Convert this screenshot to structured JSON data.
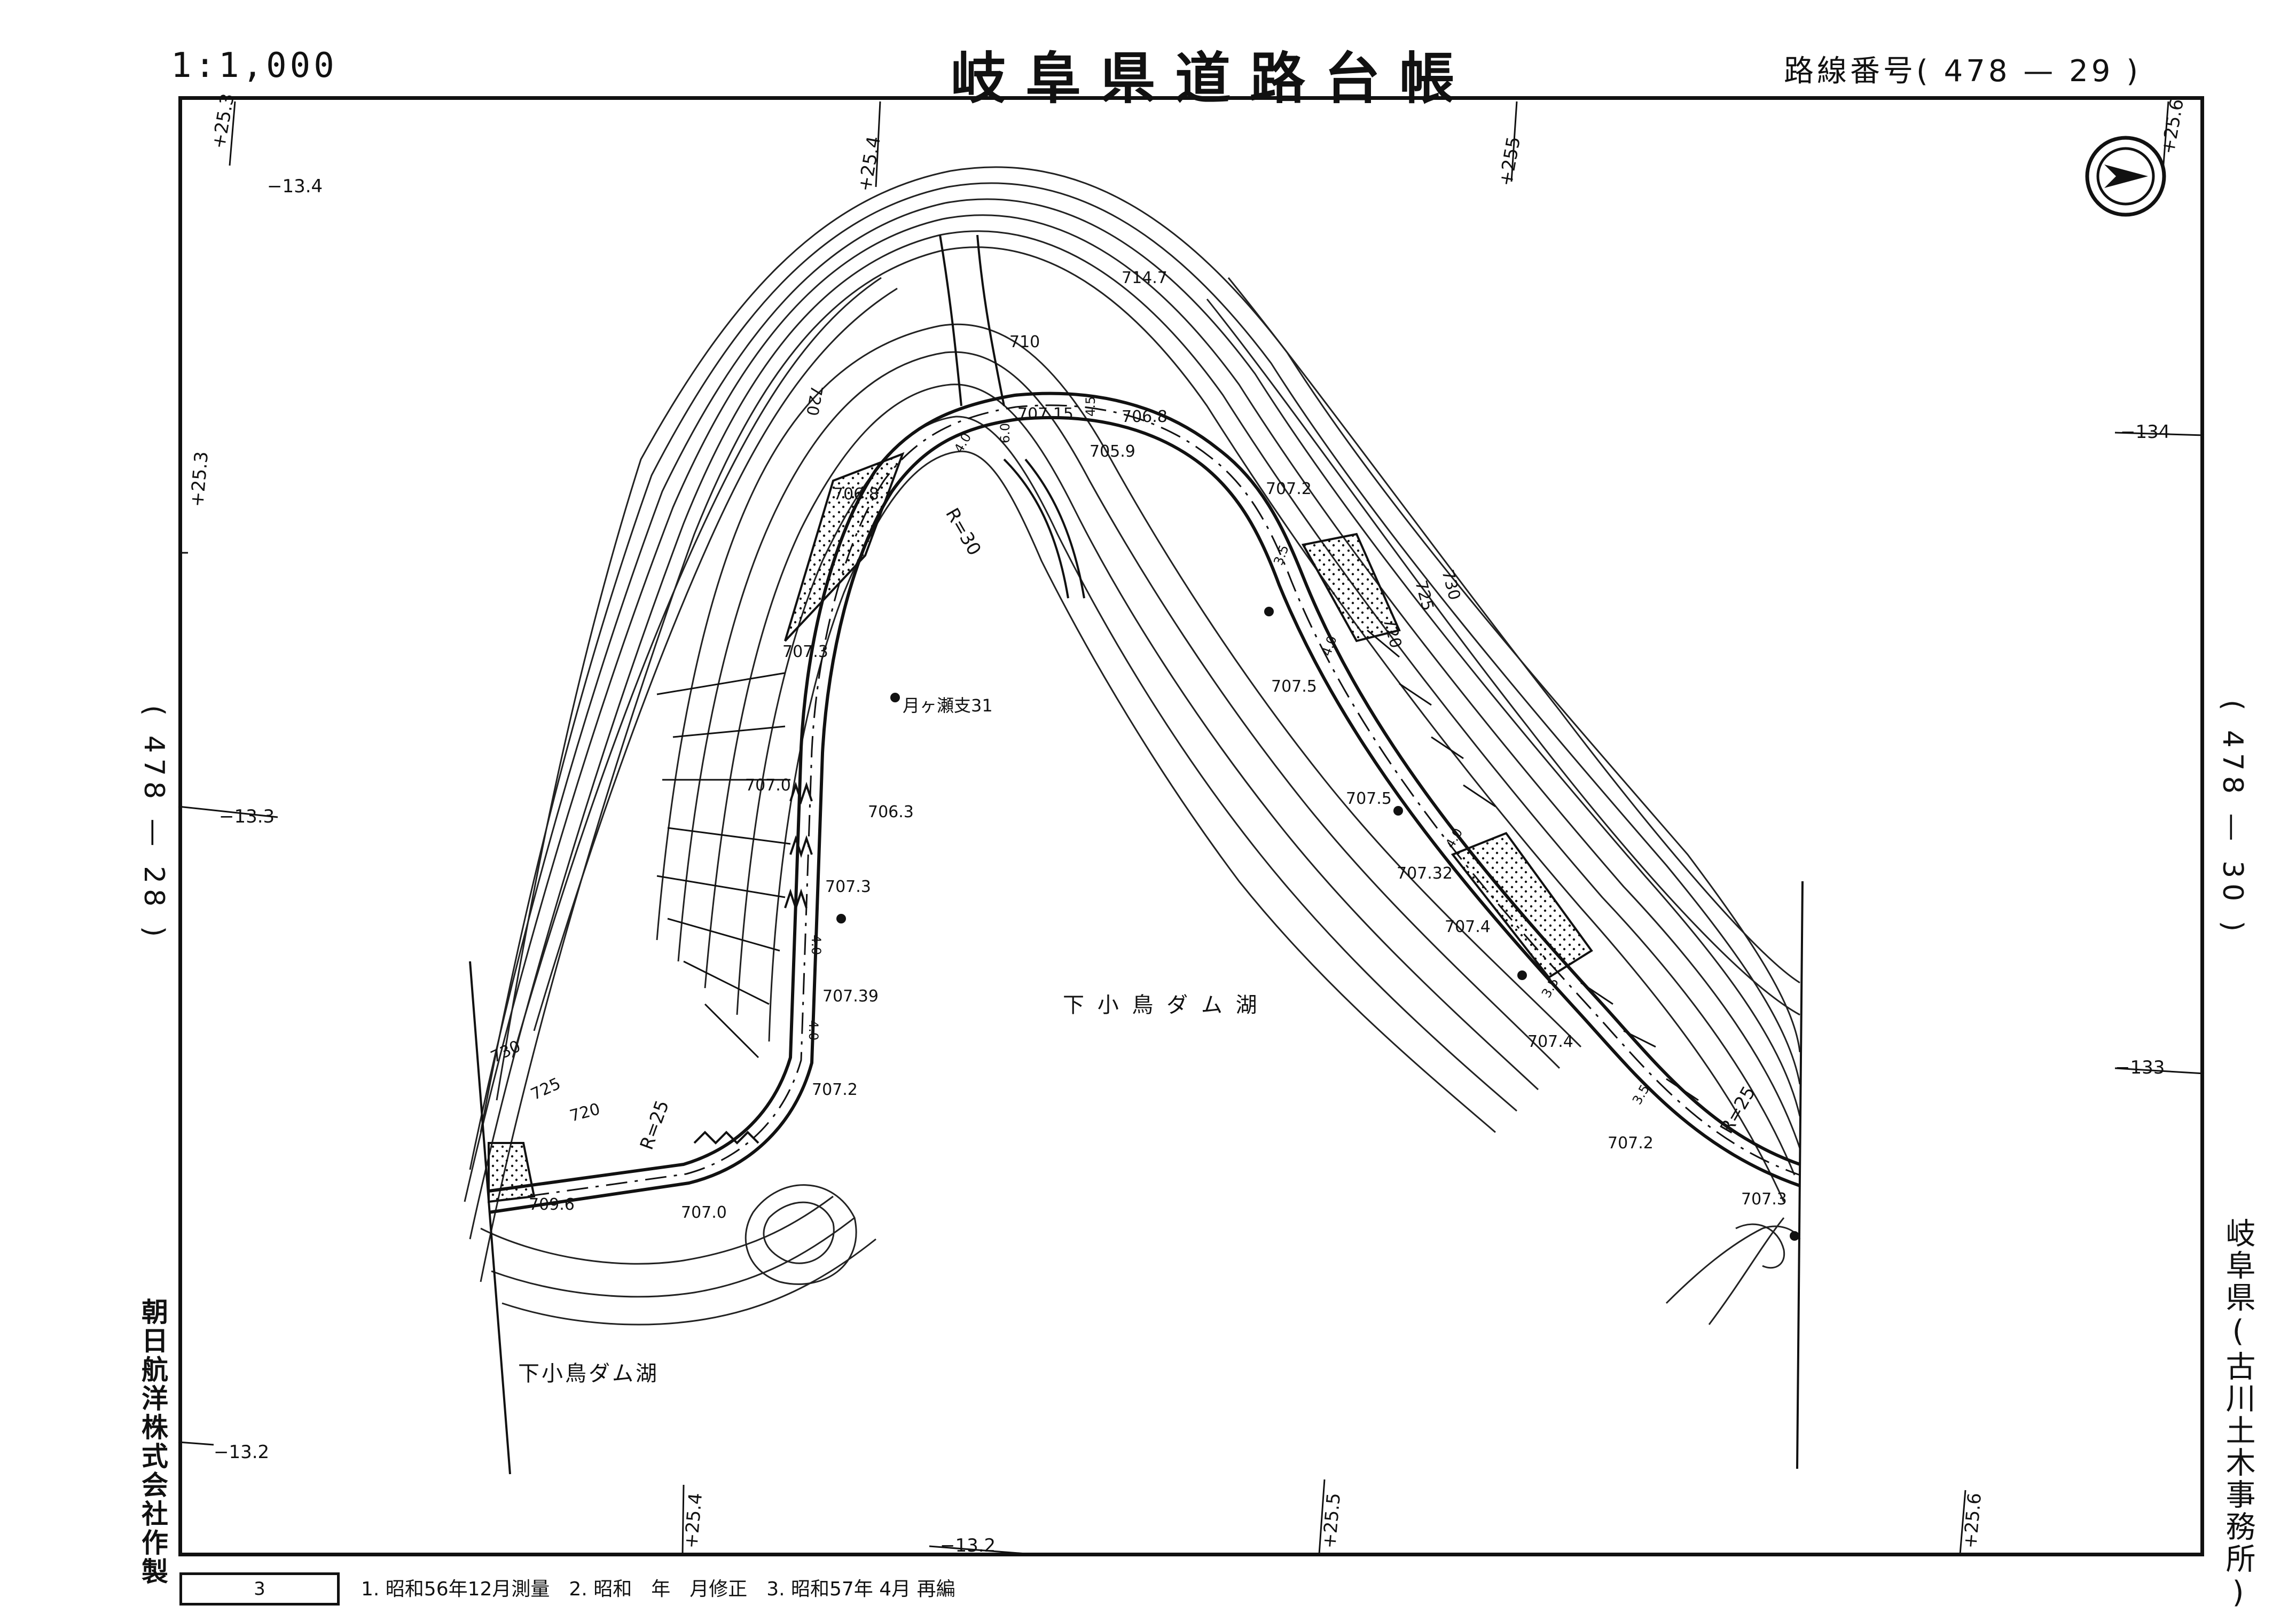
{
  "header": {
    "scale": "1:1,000",
    "title": "岐阜県道路台帳",
    "route_label": "路線番号",
    "route_number": "( 478 — 29 )"
  },
  "adjacent_sheets": {
    "left": "( 478 — 28 )",
    "right": "( 478 — 30 )"
  },
  "side_labels": {
    "maker": "朝日航洋株式会社作製",
    "office": "岐阜県(古川土木事務所)"
  },
  "footer": {
    "sheet_number": "3",
    "notes": "1. 昭和56年12月測量　2. 昭和　年　月修正　3. 昭和57年 4月 再編"
  },
  "map": {
    "lake_label_center": "下 小 鳥 ダ ム 湖",
    "lake_label_lower_left": "下小鳥ダム湖",
    "benchmark": "月ヶ瀬支31",
    "grid_labels": {
      "top": [
        "+25.3",
        "+25.4",
        "+255",
        "+25.6"
      ],
      "bottom": [
        "+25.4",
        "+25.5",
        "+25.6"
      ],
      "left": [
        "+25.3",
        "−13.4",
        "−13.3",
        "−13.2"
      ],
      "right": [
        "−134",
        "−133"
      ],
      "bottom_center": "−13.2"
    },
    "contour_labels": [
      "714.7",
      "710",
      "720",
      "730",
      "725",
      "720",
      "730",
      "725",
      "720",
      "725",
      "730"
    ],
    "spot_heights": [
      "707.15",
      "706.8",
      "705.9",
      "706.8",
      "707.2",
      "707.3",
      "707.5",
      "707.0",
      "706.3",
      "707.5",
      "707.32",
      "707.3",
      "707.4",
      "707.39",
      "707.4",
      "707.2",
      "707.2",
      "707.3",
      "709.6",
      "707.0"
    ],
    "curve_radii": [
      "R=30",
      "R=25",
      "R=25"
    ],
    "road_widths": [
      "4.5",
      "6.0",
      "4.0",
      "3.5",
      "4.0",
      "3.5",
      "4.0",
      "3.5",
      "4.0",
      "4.0"
    ],
    "north_arrow": "north-arrow-icon"
  }
}
